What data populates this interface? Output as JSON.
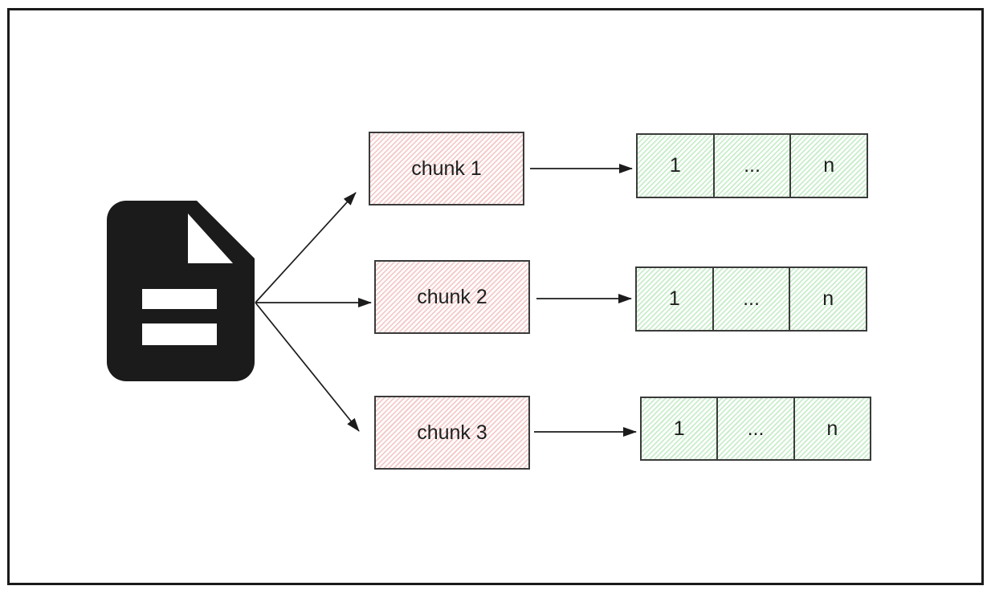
{
  "diagram": {
    "source": {
      "icon": "document-icon"
    },
    "rows": [
      {
        "chunk": "chunk 1",
        "cells": [
          "1",
          "...",
          "n"
        ]
      },
      {
        "chunk": "chunk 2",
        "cells": [
          "1",
          "...",
          "n"
        ]
      },
      {
        "chunk": "chunk 3",
        "cells": [
          "1",
          "...",
          "n"
        ]
      }
    ],
    "colors": {
      "chunk_hatch": "#f4cbca",
      "token_hatch": "#c9edcb",
      "box_border": "#3b3b3b",
      "arrow": "#1c1c1c",
      "document_icon": "#1b1b1b",
      "frame_border": "#1a1a1a"
    }
  }
}
